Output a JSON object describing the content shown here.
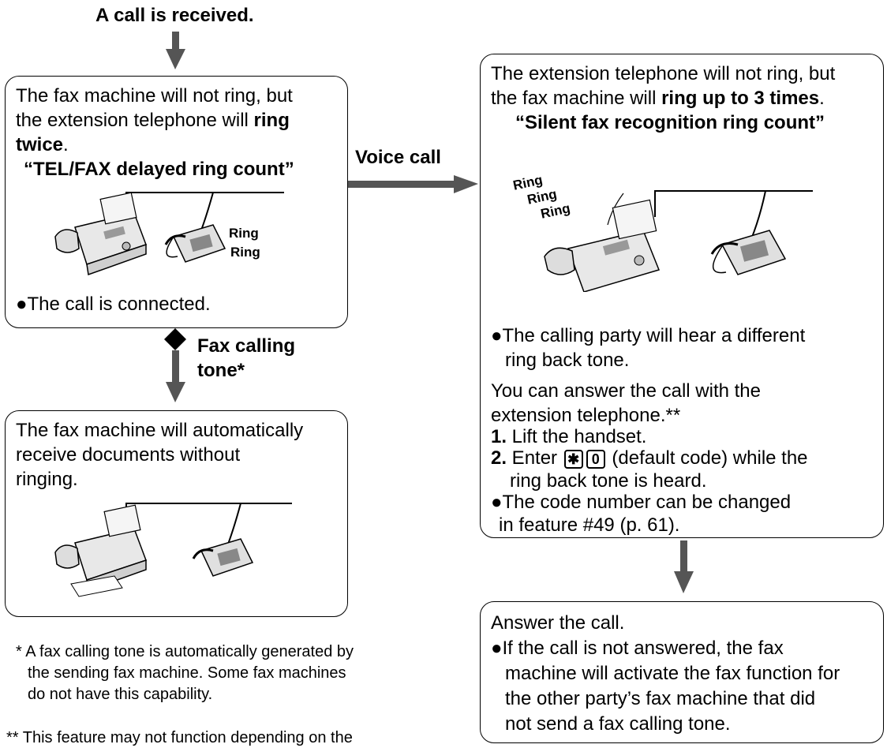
{
  "top_label": "A call is received.",
  "box1": {
    "line1": "The fax machine will not ring, but",
    "line2_pre": "the extension telephone will ",
    "line2_bold": "ring",
    "line3_bold": "twice",
    "line3_post": ".",
    "feature": "“TEL/FAX delayed ring count”",
    "ring_a": "Ring",
    "ring_b": "Ring",
    "bullet": "●The call is connected."
  },
  "voice_label": "Voice call",
  "fax_label_line1": "Fax calling",
  "fax_label_line2": "tone*",
  "box2": {
    "line1": "The fax machine will automatically",
    "line2": "receive documents without",
    "line3": "ringing."
  },
  "box3": {
    "line1": "The extension telephone will not ring, but",
    "line2_pre": "the fax machine will ",
    "line2_bold": "ring up to 3 times",
    "line2_post": ".",
    "feature": "“Silent fax recognition ring count”",
    "ring1": "Ring",
    "ring2": "Ring",
    "ring3": "Ring",
    "bullet1_a": "●The calling party will hear a different",
    "bullet1_b": "ring back tone.",
    "answer_a": "You can answer the call with the",
    "answer_b": "extension telephone.**",
    "step1_num": "1.",
    "step1_text": " Lift the handset.",
    "step2_num": "2.",
    "step2_pre": " Enter ",
    "key_star": "✱",
    "key_zero": "0",
    "step2_post": " (default code) while the",
    "step2_b": "ring back tone is heard.",
    "bullet2_a": "●The code number can be changed",
    "bullet2_b": "in feature #49 (p. 61)."
  },
  "box4": {
    "line1": "Answer the call.",
    "bullet_a": "●If the call is not answered, the fax",
    "bullet_b": "machine will activate the fax function for",
    "bullet_c": "the other party’s fax machine that did",
    "bullet_d": "not send a fax calling tone."
  },
  "footnote1_a": "* A fax calling tone is automatically generated by",
  "footnote1_b": "the sending fax machine. Some fax machines",
  "footnote1_c": "do not have this capability.",
  "footnote2": "** This feature may not function depending on the"
}
